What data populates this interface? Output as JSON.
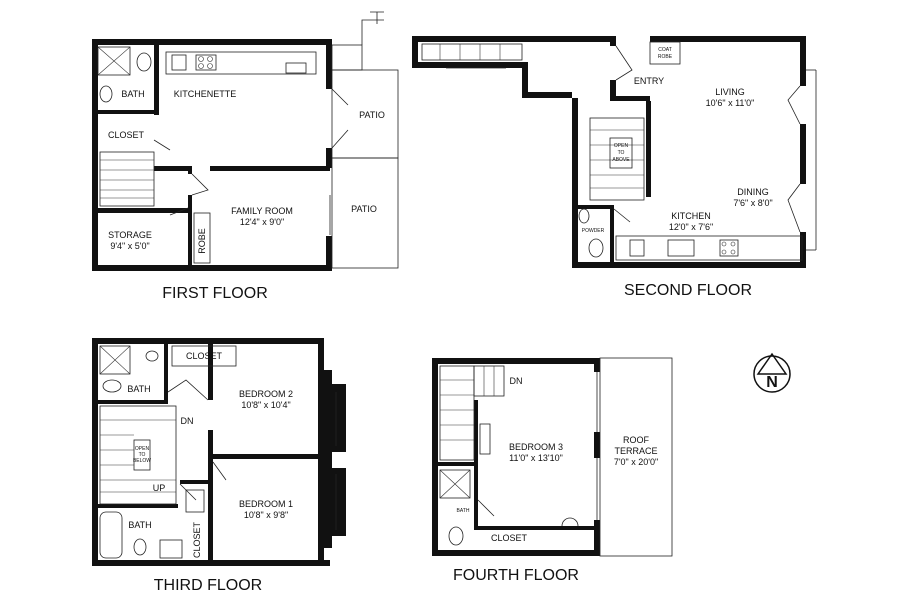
{
  "floors": {
    "first": {
      "title": "FIRST FLOOR",
      "rooms": {
        "bath": "BATH",
        "kitchenette": "KITCHENETTE",
        "closet": "CLOSET",
        "storage": {
          "name": "STORAGE",
          "dims": "9'4\" x 5'0\""
        },
        "family": {
          "name": "FAMILY ROOM",
          "dims": "12'4\" x 9'0\""
        },
        "robe": "ROBE",
        "patio_top": "PATIO",
        "patio_bottom": "PATIO"
      }
    },
    "second": {
      "title": "SECOND FLOOR",
      "rooms": {
        "coat_robe_line1": "COAT",
        "coat_robe_line2": "ROBE",
        "entry": "ENTRY",
        "living": {
          "name": "LIVING",
          "dims": "10'6\" x 11'0\""
        },
        "open_line1": "OPEN",
        "open_line2": "TO",
        "open_line3": "ABOVE",
        "dining": {
          "name": "DINING",
          "dims": "7'6\" x 8'0\""
        },
        "kitchen": {
          "name": "KITCHEN",
          "dims": "12'0\" x 7'6\""
        },
        "powder": "POWDER"
      }
    },
    "third": {
      "title": "THIRD FLOOR",
      "rooms": {
        "closet_top": "CLOSET",
        "bath_top": "BATH",
        "bedroom2": {
          "name": "BEDROOM 2",
          "dims": "10'8\" x 10'4\""
        },
        "dn": "DN",
        "open_line1": "OPEN",
        "open_line2": "TO",
        "open_line3": "BELOW",
        "up": "UP",
        "bedroom1": {
          "name": "BEDROOM 1",
          "dims": "10'8\" x 9'8\""
        },
        "bath_bottom": "BATH",
        "closet_bottom": "CLOSET"
      }
    },
    "fourth": {
      "title": "FOURTH FLOOR",
      "rooms": {
        "dn": "DN",
        "bedroom3": {
          "name": "BEDROOM 3",
          "dims": "11'0\" x 13'10\""
        },
        "terrace_line1": "ROOF",
        "terrace_line2": "TERRACE",
        "terrace_dims": "7'0\" x 20'0\"",
        "bath": "BATH",
        "closet": "CLOSET"
      }
    }
  },
  "compass": {
    "label": "N"
  }
}
